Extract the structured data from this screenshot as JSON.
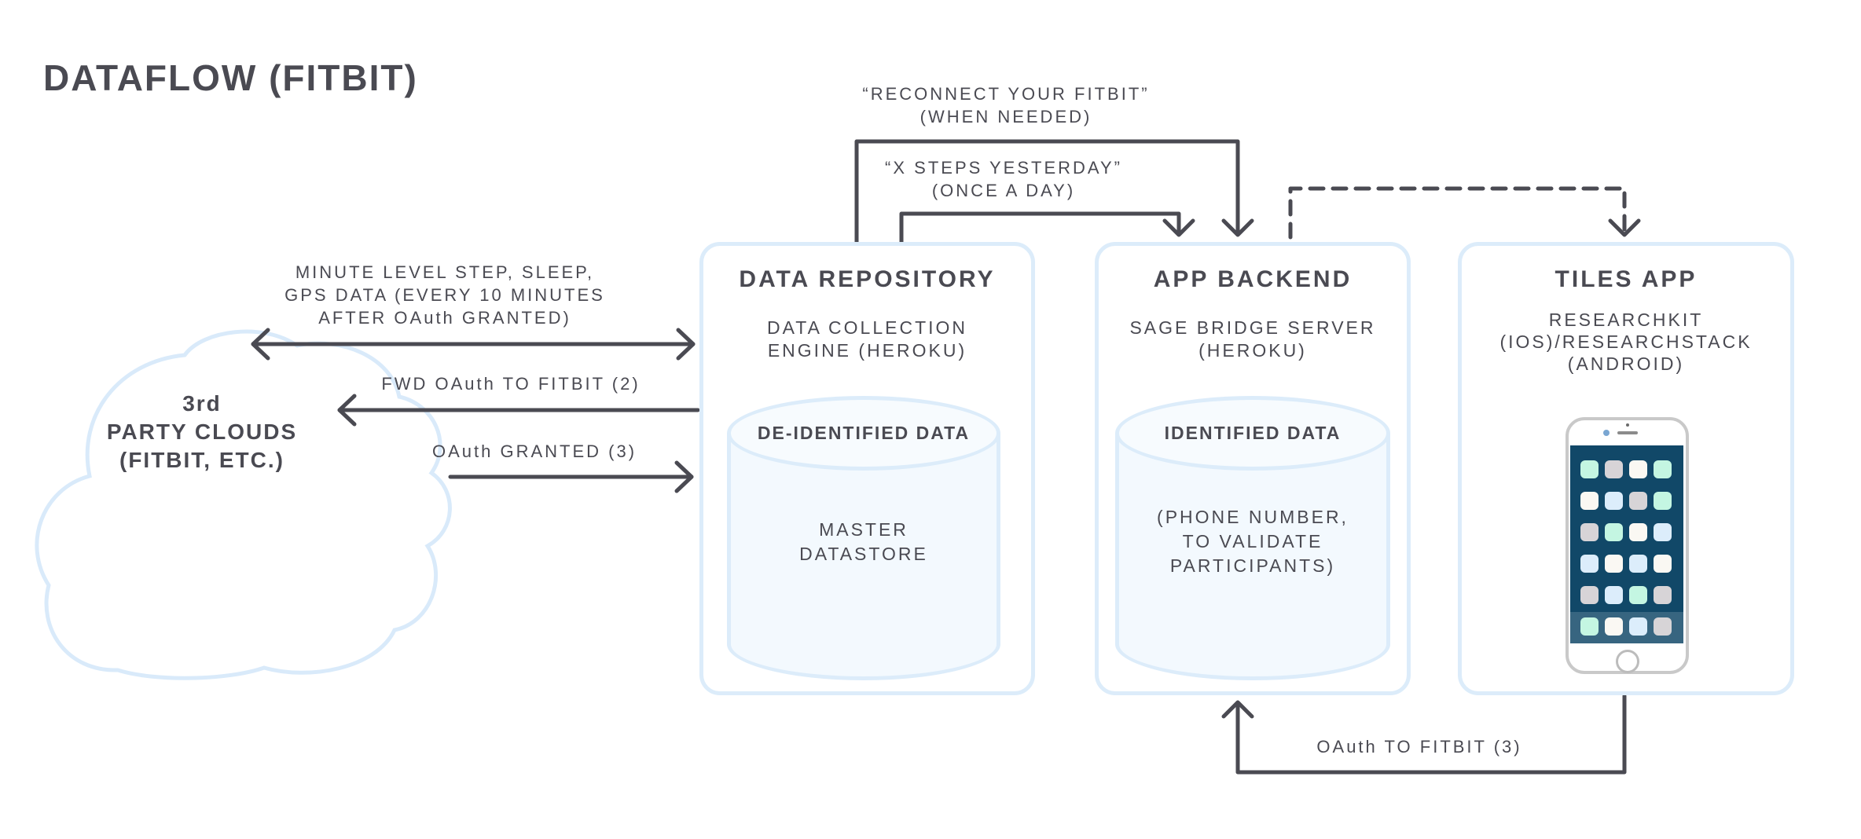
{
  "page": {
    "title": "DATAFLOW (FITBIT)"
  },
  "colors": {
    "ink": "#4a4a52",
    "line": "#4a4a52",
    "border_blue": "#dcecfa",
    "cylinder_fill": "#f3f9fe",
    "screen_navy": "#114868",
    "phone_border": "#c9c9c9"
  },
  "cloud": {
    "line1": "3rd",
    "line2": "PARTY CLOUDS",
    "line3": "(FITBIT, ETC.)"
  },
  "nodes": {
    "repository": {
      "title": "DATA REPOSITORY",
      "subtitle_line1": "DATA COLLECTION",
      "subtitle_line2": "ENGINE (HEROKU)",
      "cylinder_label": "DE-IDENTIFIED DATA",
      "cylinder_line1": "MASTER",
      "cylinder_line2": "DATASTORE"
    },
    "backend": {
      "title": "APP BACKEND",
      "subtitle_line1": "SAGE BRIDGE SERVER",
      "subtitle_line2": "(HEROKU)",
      "cylinder_label": "IDENTIFIED DATA",
      "cylinder_line1": "(PHONE NUMBER,",
      "cylinder_line2": "TO VALIDATE",
      "cylinder_line3": "PARTICIPANTS)"
    },
    "tiles": {
      "title": "TILES APP",
      "subtitle_line1": "RESEARCHKIT",
      "subtitle_line2": "(IOS)/RESEARCHSTACK",
      "subtitle_line3": "(ANDROID)"
    }
  },
  "edges": {
    "minute_level": {
      "line1": "MINUTE LEVEL STEP, SLEEP,",
      "line2": "GPS DATA (EVERY 10 MINUTES",
      "line3": "AFTER OAuth GRANTED)"
    },
    "fwd_oauth": "FWD OAuth TO FITBIT (2)",
    "oauth_granted": "OAuth GRANTED (3)",
    "reconnect": {
      "line1": "“RECONNECT YOUR FITBIT”",
      "line2": "(WHEN NEEDED)"
    },
    "steps": {
      "line1": "“X STEPS YESTERDAY”",
      "line2": "(ONCE A DAY)"
    },
    "oauth_to_fitbit": "OAuth TO FITBIT (3)"
  },
  "phone": {
    "icon_colors": {
      "mint": "#c4f6e2",
      "gray": "#d7d4d7",
      "white": "#faf8f3",
      "blue": "#dcedfb"
    },
    "grid": [
      [
        "mint",
        "gray",
        "white",
        "mint"
      ],
      [
        "white",
        "blue",
        "gray",
        "mint"
      ],
      [
        "gray",
        "mint",
        "white",
        "blue"
      ],
      [
        "blue",
        "white",
        "blue",
        "white"
      ],
      [
        "gray",
        "blue",
        "mint",
        "gray"
      ],
      [
        "mint",
        "white",
        "blue",
        "gray"
      ]
    ]
  }
}
